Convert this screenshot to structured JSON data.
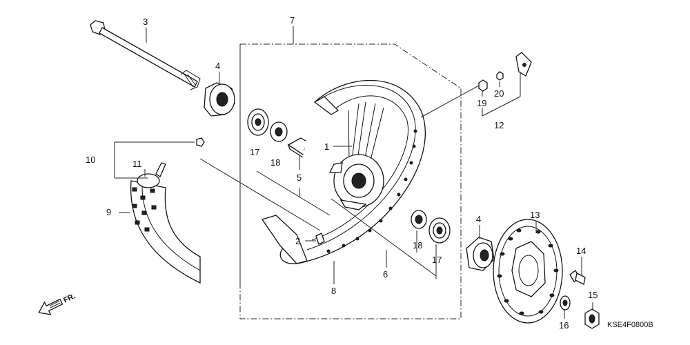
{
  "diagram_code": "KSE4F0800B",
  "direction_label": "FR.",
  "callouts": {
    "c1": "1",
    "c2": "2",
    "c3": "3",
    "c4a": "4",
    "c4b": "4",
    "c5": "5",
    "c6": "6",
    "c7": "7",
    "c8": "8",
    "c9": "9",
    "c10": "10",
    "c11": "11",
    "c12": "12",
    "c13": "13",
    "c14": "14",
    "c15": "15",
    "c16": "16",
    "c17a": "17",
    "c17b": "17",
    "c18a": "18",
    "c18b": "18",
    "c19": "19",
    "c20": "20"
  }
}
